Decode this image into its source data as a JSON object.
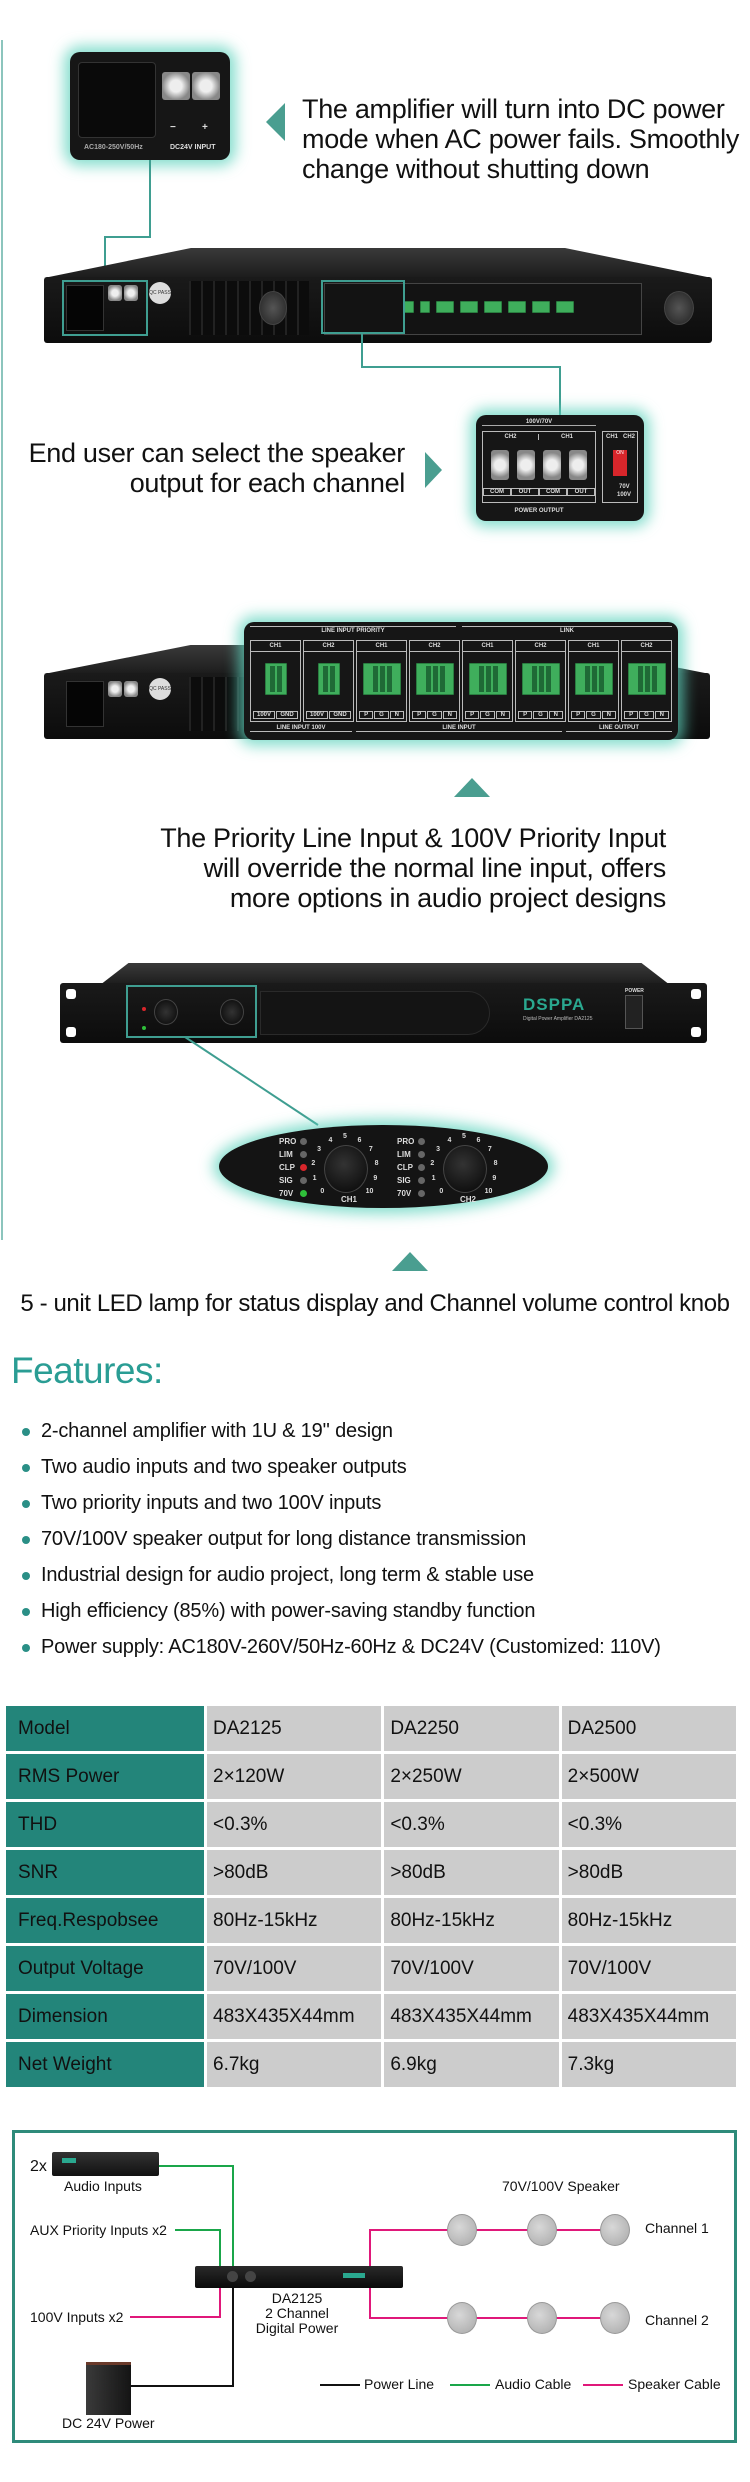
{
  "section_dc": {
    "caption": [
      "The amplifier will turn into DC power",
      "mode when AC power fails. Smoothly",
      "change without shutting down"
    ],
    "inset_labels": {
      "ac": "AC180-250V/50Hz",
      "dc": "DC24V INPUT",
      "minus": "−",
      "plus": "+"
    },
    "qc": "QC PASS"
  },
  "section_output": {
    "caption": [
      "End user can select the speaker",
      "output for each channel"
    ],
    "panel": {
      "title": "100V/70V",
      "ch2": "CH2",
      "ch1": "CH1",
      "terms": [
        "COM",
        "OUT",
        "COM",
        "OUT"
      ],
      "footer": "POWER OUTPUT",
      "sw_ch1": "CH1",
      "sw_ch2": "CH2",
      "sw_on": "ON",
      "sw_v1": "70V",
      "sw_v2": "100V"
    }
  },
  "section_priority": {
    "caption": [
      "The Priority Line Input & 100V Priority Input",
      "will override the normal line input, offers",
      "more options in audio project designs"
    ],
    "panel": {
      "group_top": [
        "LINE INPUT PRIORITY",
        "LINK"
      ],
      "columns": [
        "CH1",
        "CH2",
        "CH1",
        "CH2",
        "CH1",
        "CH2",
        "CH1",
        "CH2"
      ],
      "pins_100v": [
        "100V",
        "GND"
      ],
      "pins_pgn": [
        "P",
        "G",
        "N"
      ],
      "group_bottom": [
        "LINE INPUT 100V",
        "LINE INPUT",
        "LINE OUTPUT"
      ]
    }
  },
  "section_front": {
    "caption": "5 - unit LED lamp for status display and Channel volume control knob",
    "brand": "DSPPA",
    "model_line": "Digital Power Amplifier  DA2125",
    "power": "POWER",
    "leds": [
      "PRO",
      "LIM",
      "CLP",
      "SIG",
      "70V"
    ],
    "knobs": [
      "CH1",
      "CH2"
    ],
    "scale": [
      "0",
      "1",
      "2",
      "3",
      "4",
      "5",
      "6",
      "7",
      "8",
      "9",
      "10"
    ]
  },
  "colors": {
    "accent": "#3f9e91",
    "table_head": "#23857a",
    "audio": "#1aa64a",
    "speaker": "#e0187a",
    "led_red": "#d8262b",
    "led_green": "#2fbf3a"
  },
  "features": {
    "title": "Features:",
    "items": [
      "2-channel amplifier with 1U & 19'' design",
      "Two audio inputs and two speaker outputs",
      "Two priority inputs and two 100V inputs",
      "70V/100V speaker output for long distance transmission",
      "Industrial design for audio project, long term & stable use",
      "High efficiency (85%) with power-saving standby function",
      "Power supply: AC180V-260V/50Hz-60Hz & DC24V (Customized: 110V)"
    ]
  },
  "specs": {
    "rows": [
      {
        "label": "Model",
        "values": [
          "DA2125",
          "DA2250",
          "DA2500"
        ]
      },
      {
        "label": "RMS Power",
        "values": [
          "2×120W",
          "2×250W",
          "2×500W"
        ]
      },
      {
        "label": "THD",
        "values": [
          "<0.3%",
          "<0.3%",
          "<0.3%"
        ]
      },
      {
        "label": "SNR",
        "values": [
          ">80dB",
          ">80dB",
          ">80dB"
        ]
      },
      {
        "label": "Freq.Respobsee",
        "values": [
          "80Hz-15kHz",
          "80Hz-15kHz",
          "80Hz-15kHz"
        ]
      },
      {
        "label": "Output Voltage",
        "values": [
          "70V/100V",
          "70V/100V",
          "70V/100V"
        ]
      },
      {
        "label": "Dimension",
        "values": [
          "483X435X44mm",
          "483X435X44mm",
          "483X435X44mm"
        ]
      },
      {
        "label": "Net Weight",
        "values": [
          "6.7kg",
          "6.9kg",
          "7.3kg"
        ]
      }
    ]
  },
  "diagram": {
    "audio_count": "2x",
    "audio_inputs": "Audio  Inputs",
    "aux": "AUX Priority Inputs x2",
    "v100": "100V Inputs x2",
    "dc": "DC 24V Power",
    "amp": [
      "DA2125",
      "2 Channel",
      "Digital Power"
    ],
    "speaker_title": "70V/100V  Speaker",
    "ch1": "Channel 1",
    "ch2": "Channel 2",
    "legend": [
      "Power  Line",
      "Audio Cable",
      "Speaker Cable"
    ]
  }
}
